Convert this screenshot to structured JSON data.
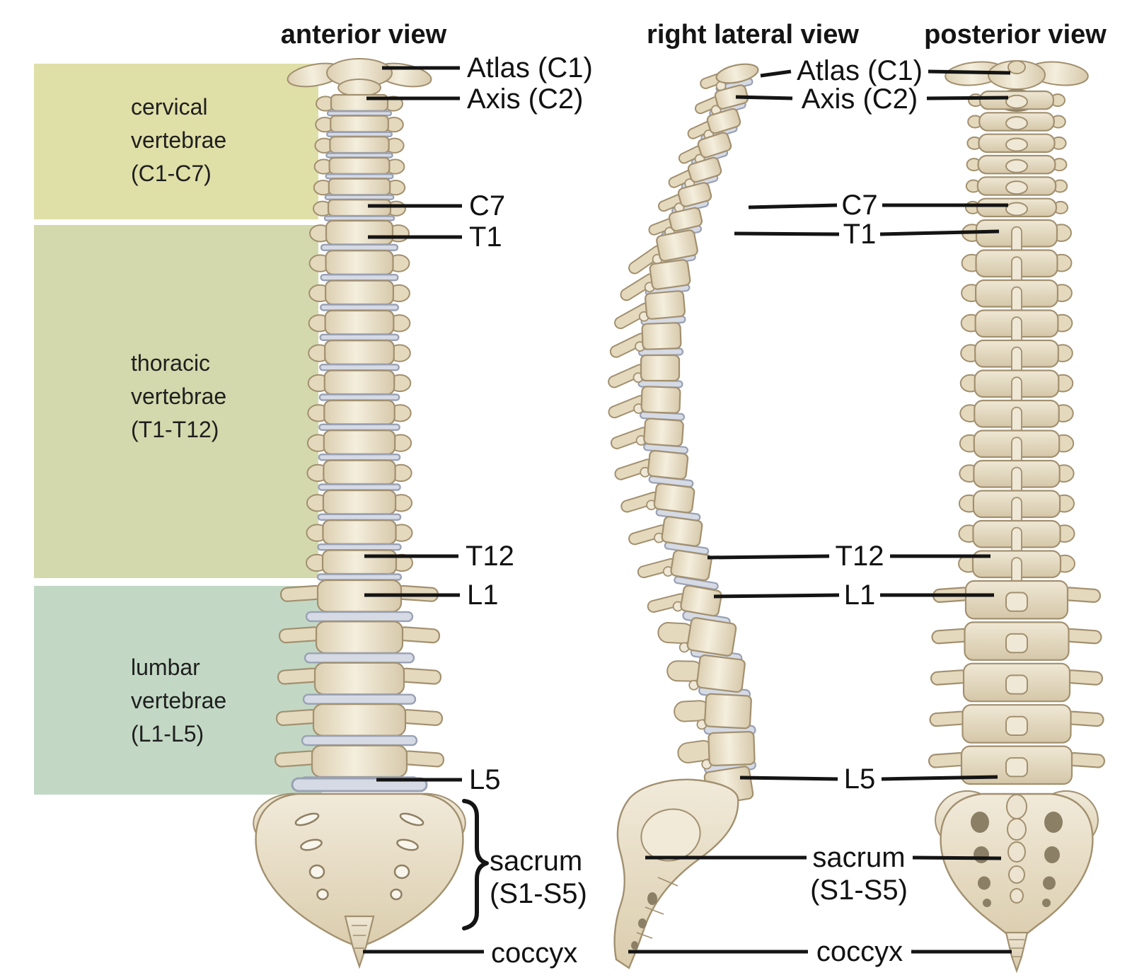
{
  "titles": {
    "anterior": "anterior view",
    "lateral": "right lateral view",
    "posterior": "posterior view"
  },
  "regions": {
    "cervical": {
      "color": "#dfdfa8",
      "lines": [
        "cervical",
        "vertebrae",
        "(C1-C7)"
      ]
    },
    "thoracic": {
      "color": "#d3d9ac",
      "lines": [
        "thoracic",
        "vertebrae",
        "(T1-T12)"
      ]
    },
    "lumbar": {
      "color": "#c2d8c4",
      "lines": [
        "lumbar",
        "vertebrae",
        "(L1-L5)"
      ]
    }
  },
  "labels": {
    "atlas": "Atlas (C1)",
    "axis": "Axis (C2)",
    "c7": "C7",
    "t1": "T1",
    "t12": "T12",
    "l1": "L1",
    "l5": "L5",
    "sacrum_line1": "sacrum",
    "sacrum_line2": "(S1-S5)",
    "coccyx": "coccyx"
  },
  "colors": {
    "title_text": "#141414",
    "label_text": "#121212",
    "region_text": "#1f1f1f",
    "leader_line": "#141414",
    "bone_fill": "#ebe2cb",
    "bone_outline": "#a2906f",
    "bone_shadow": "#d8cbae",
    "nub_fill": "#e5d9bd",
    "spinous_fill": "#efe8d6",
    "disc_fill": "#d5dae5",
    "disc_edge": "#99a1b4",
    "foramen_dark": "#8b7f66",
    "foramen_light": "#f8f5ec"
  }
}
